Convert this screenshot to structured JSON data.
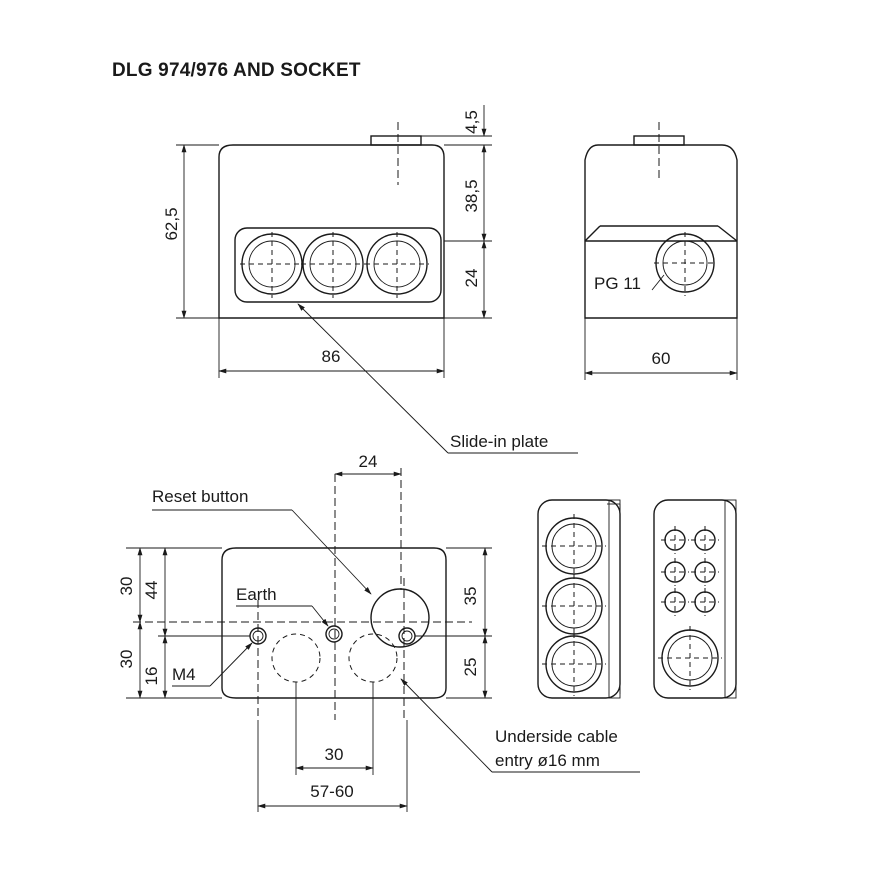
{
  "title": "DLG 974/976 AND SOCKET",
  "labels": {
    "slide_in_plate": "Slide-in plate",
    "reset_button": "Reset button",
    "earth": "Earth",
    "m4": "M4",
    "pg11": "PG 11",
    "cable_entry_line1": "Underside cable",
    "cable_entry_line2": "entry ø16 mm"
  },
  "dimensions": {
    "front_top_tab": "4,5",
    "front_height_total": "62,5",
    "front_upper": "38,5",
    "front_lower": "24",
    "front_width": "86",
    "side_width": "60",
    "socket_pitch_top": "24",
    "socket_left_upper_30": "30",
    "socket_left_lower_30": "30",
    "socket_44": "44",
    "socket_16": "16",
    "socket_right_35": "35",
    "socket_right_25": "25",
    "socket_bottom_30": "30",
    "socket_bottom_57_60": "57-60"
  }
}
